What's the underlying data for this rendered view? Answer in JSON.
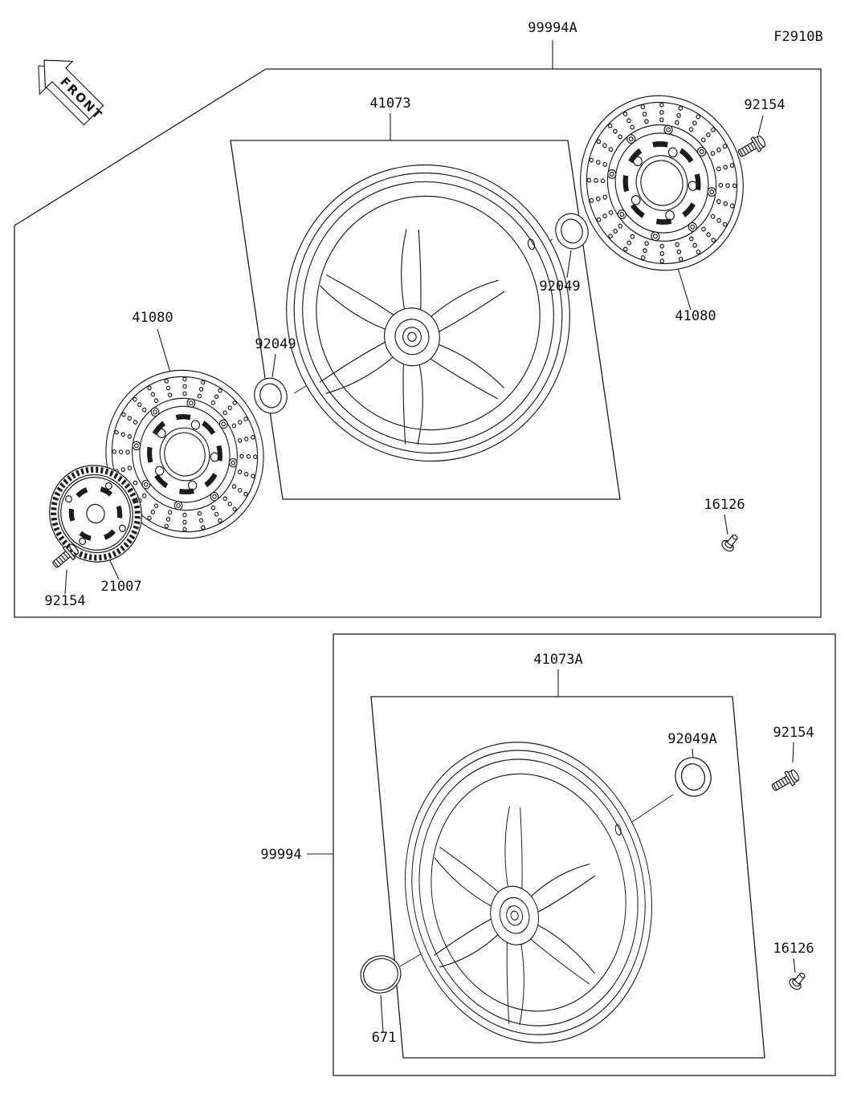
{
  "meta": {
    "sheet_code": "F2910B",
    "front_marker": "FRONT"
  },
  "front_wheel_group": {
    "assembly": "99994A",
    "wheel": "41073",
    "disc_right": "41080",
    "disc_left": "41080",
    "seal_right": "92049",
    "seal_left": "92049",
    "bolt_right": "92154",
    "bolt_left": "92154",
    "sensor_ring": "21007",
    "air_valve": "16126"
  },
  "rear_wheel_group": {
    "assembly": "99994",
    "wheel": "41073A",
    "seal": "92049A",
    "bolt": "92154",
    "air_valve": "16126",
    "o_ring": "671"
  }
}
